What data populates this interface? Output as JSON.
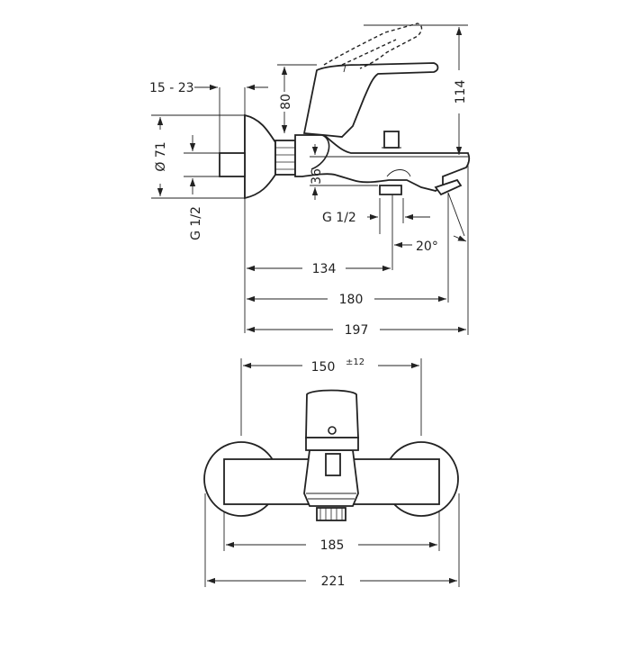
{
  "side_view": {
    "dims": {
      "wall_offset": "15 - 23",
      "height_80": "80",
      "height_114": "114",
      "diameter_71": "Ø 71",
      "thread_inlet": "G 1/2",
      "height_36": "36",
      "thread_outlet": "G 1/2",
      "angle": "20°",
      "len_134": "134",
      "len_180": "180",
      "len_197": "197"
    }
  },
  "front_view": {
    "dims": {
      "centers_value": "150",
      "centers_tolerance": "±12",
      "width_185": "185",
      "width_221": "221"
    }
  }
}
